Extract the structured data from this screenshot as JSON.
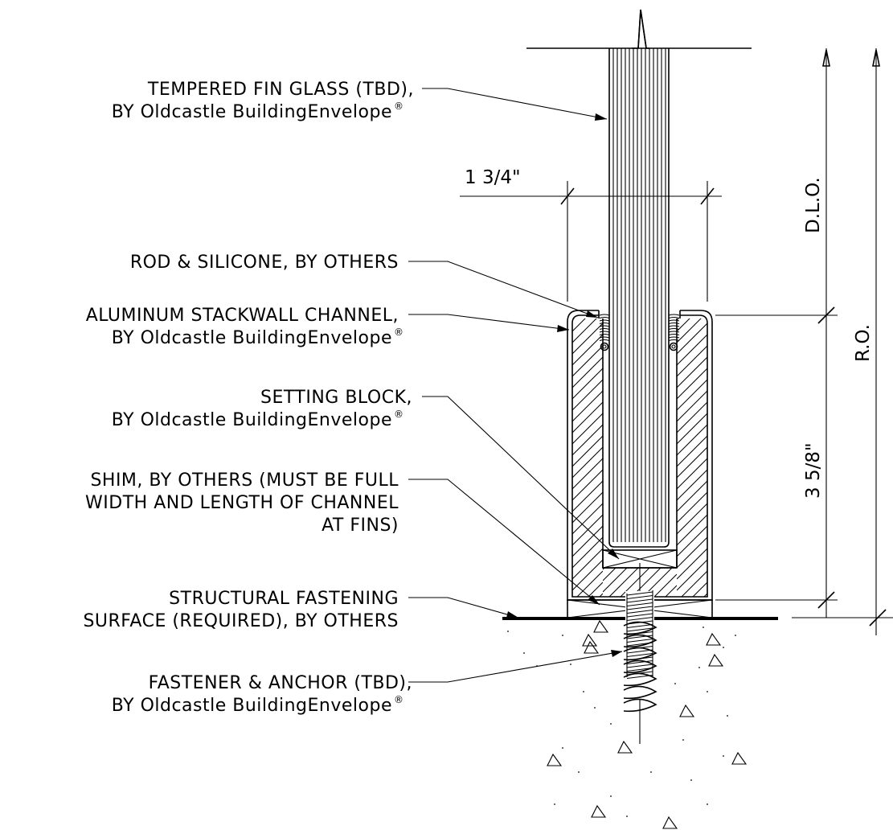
{
  "labels": {
    "fin_glass_1": "TEMPERED FIN GLASS (TBD),",
    "fin_glass_2": "BY Oldcastle BuildingEnvelope",
    "rod_silicone": "ROD & SILICONE, BY OTHERS",
    "channel_1": "ALUMINUM STACKWALL CHANNEL,",
    "channel_2": "BY Oldcastle BuildingEnvelope",
    "setting_block_1": "SETTING BLOCK,",
    "setting_block_2": "BY Oldcastle BuildingEnvelope",
    "shim_1": "SHIM, BY OTHERS (MUST BE FULL",
    "shim_2": "WIDTH AND LENGTH OF CHANNEL",
    "shim_3": "AT FINS)",
    "fastening_1": "STRUCTURAL FASTENING",
    "fastening_2": "SURFACE (REQUIRED), BY OTHERS",
    "anchor_1": "FASTENER & ANCHOR (TBD),",
    "anchor_2": "BY Oldcastle BuildingEnvelope",
    "registered_mark": "®"
  },
  "dimensions": {
    "width": "1 3/4\"",
    "height": "3 5/8\"",
    "dlo": "D.L.O.",
    "ro": "R.O."
  }
}
